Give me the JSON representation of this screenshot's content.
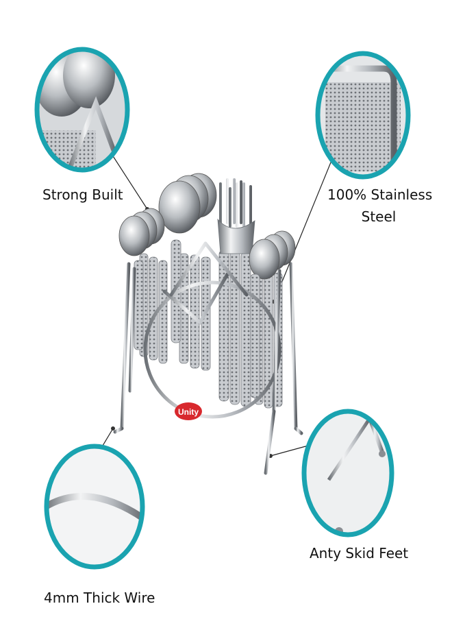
{
  "callouts": {
    "strong_built": "Strong Built",
    "stainless_line1": "100% Stainless",
    "stainless_line2": "Steel",
    "thick_wire": "4mm Thick Wire",
    "skid_feet": "Anty Skid Feet"
  },
  "brand": {
    "badge_text": "Unity"
  },
  "colors": {
    "ring": "#1aa3b0",
    "steel_light": "#e6e8ea",
    "steel_mid": "#a9adb2",
    "steel_dark": "#5d6166",
    "badge": "#d8282d",
    "text": "#111111"
  }
}
